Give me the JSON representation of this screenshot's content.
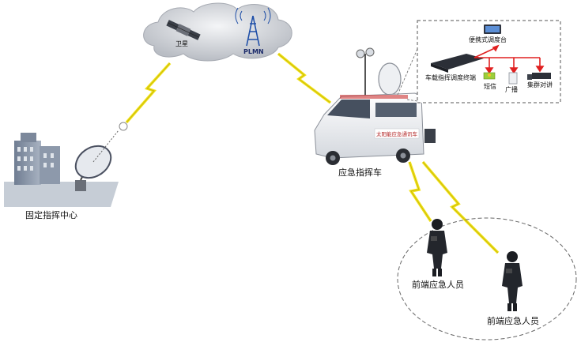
{
  "cloud": {
    "satellite_label": "卫星",
    "plmn_label": "PLMN"
  },
  "command_center": {
    "label": "固定指挥中心"
  },
  "vehicle": {
    "label": "应急指挥车",
    "side_text": "太阳能应急通讯车"
  },
  "equipment_panel": {
    "portable_console": "便携式调度台",
    "terminal": "车载指挥调度终端",
    "sms": "短信",
    "broadcast": "广播",
    "trunk_radio": "集群对讲"
  },
  "field_personnel": {
    "label_1": "前端应急人员",
    "label_2": "前端应急人员"
  },
  "colors": {
    "lightning": "#f3e31a",
    "arrow_red": "#e02020",
    "cloud": "#c9ccd2"
  }
}
